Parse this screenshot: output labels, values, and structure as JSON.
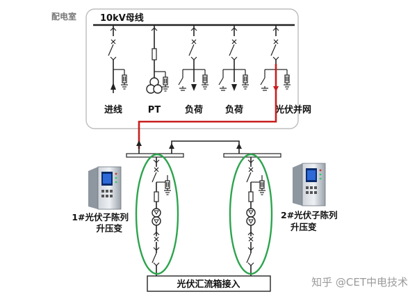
{
  "room_label": "配电室",
  "busbar_label": "10kV母线",
  "feeders": [
    "进线",
    "PT",
    "负荷",
    "负荷",
    "光伏并网"
  ],
  "relay_left_label": [
    "1#光伏子陈列",
    "升压变"
  ],
  "relay_right_label": [
    "2#光伏子陈列",
    "升压变"
  ],
  "combiner_label": "光伏汇流箱接入",
  "watermark": "知乎 @CET中电技术",
  "colors": {
    "red_path": "#c81e1e",
    "green_ellipse": "#2da44e",
    "panel_border": "#bdbdbd"
  }
}
